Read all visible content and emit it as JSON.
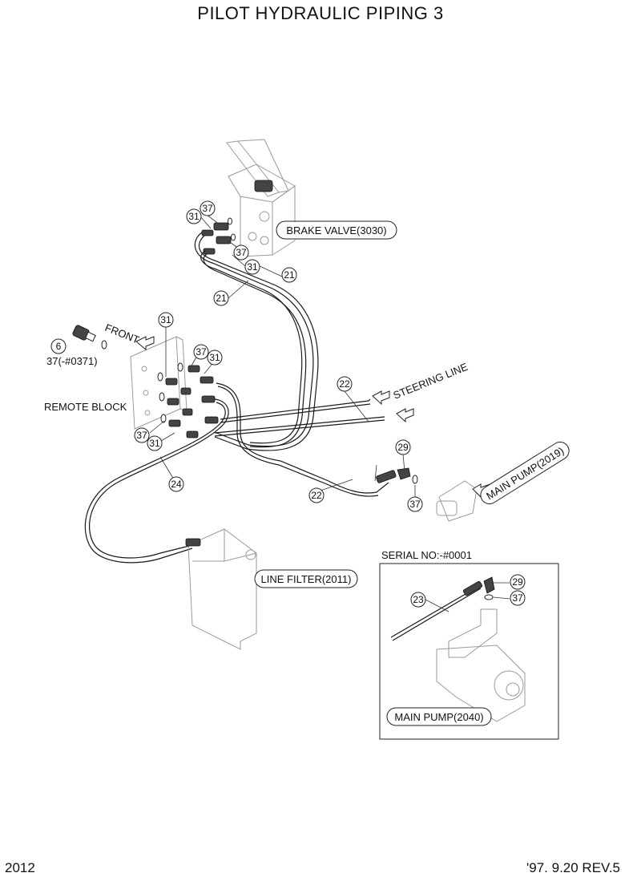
{
  "title": "PILOT HYDRAULIC PIPING 3",
  "footer": {
    "page": "2012",
    "revision": "'97. 9.20  REV.5"
  },
  "labels": {
    "brake_valve": "BRAKE VALVE(3030)",
    "remote_block": "REMOTE BLOCK",
    "front": "FRONT",
    "steering_line": "STEERING LINE",
    "main_pump_2019": "MAIN PUMP(2019)",
    "line_filter": "LINE FILTER(2011)",
    "serial_no": "SERIAL NO:-#0001",
    "main_pump_2040": "MAIN PUMP(2040)",
    "part_37_note": "37(-#0371)"
  },
  "callouts": [
    {
      "id": "c37a",
      "text": "37"
    },
    {
      "id": "c31a",
      "text": "31"
    },
    {
      "id": "c37b",
      "text": "37"
    },
    {
      "id": "c31b",
      "text": "31"
    },
    {
      "id": "c21a",
      "text": "21"
    },
    {
      "id": "c21b",
      "text": "21"
    },
    {
      "id": "c31c",
      "text": "31"
    },
    {
      "id": "c6",
      "text": "6"
    },
    {
      "id": "c37c",
      "text": "37"
    },
    {
      "id": "c31d",
      "text": "31"
    },
    {
      "id": "c22a",
      "text": "22"
    },
    {
      "id": "c37d",
      "text": "37"
    },
    {
      "id": "c31e",
      "text": "31"
    },
    {
      "id": "c24",
      "text": "24"
    },
    {
      "id": "c29a",
      "text": "29"
    },
    {
      "id": "c22b",
      "text": "22"
    },
    {
      "id": "c37e",
      "text": "37"
    },
    {
      "id": "c29b",
      "text": "29"
    },
    {
      "id": "c37f",
      "text": "37"
    },
    {
      "id": "c23",
      "text": "23"
    }
  ]
}
